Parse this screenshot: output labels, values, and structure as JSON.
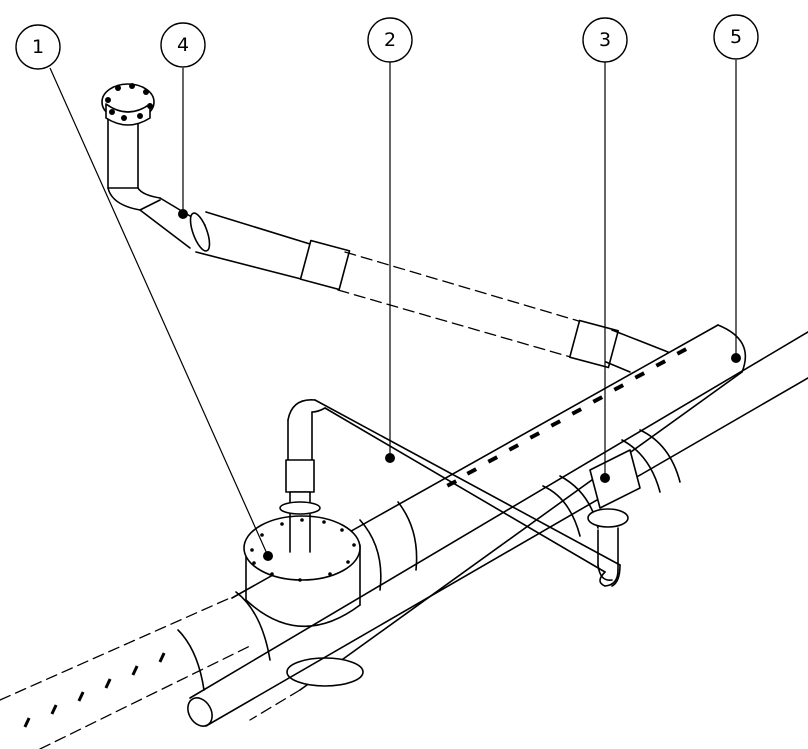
{
  "callouts": [
    {
      "id": "1",
      "label": "1"
    },
    {
      "id": "4",
      "label": "4"
    },
    {
      "id": "2",
      "label": "2"
    },
    {
      "id": "3",
      "label": "3"
    },
    {
      "id": "5",
      "label": "5"
    }
  ]
}
